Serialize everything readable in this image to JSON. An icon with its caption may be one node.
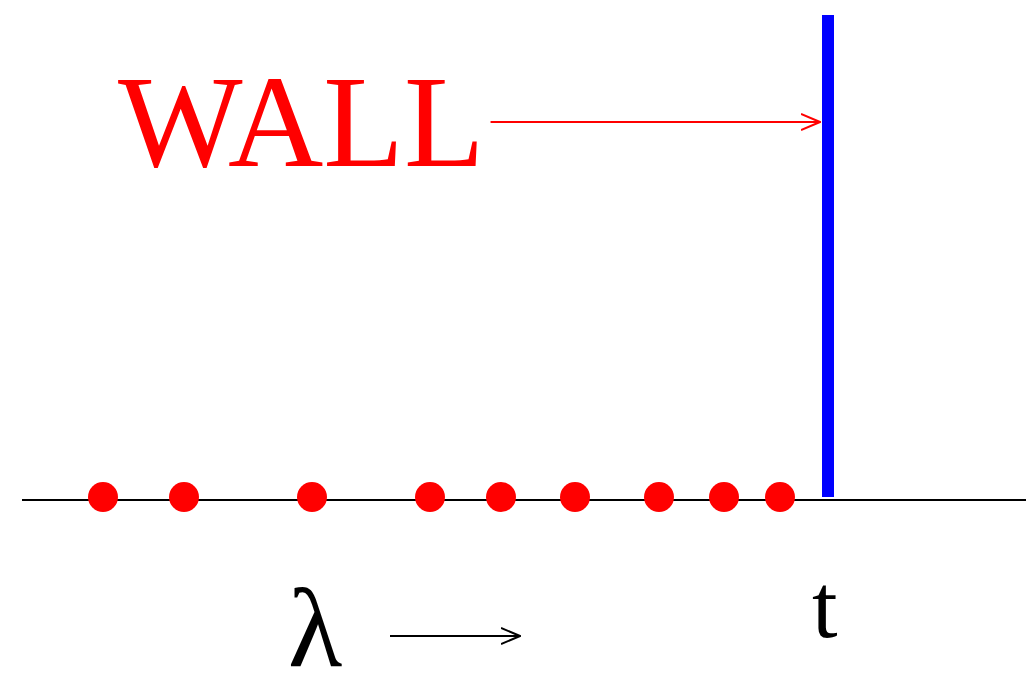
{
  "diagram": {
    "nodes": [
      {
        "text": [
          "WALL"
        ]
      },
      {
        "text": [],
        "shape": "bar"
      }
    ],
    "edges": [
      {
        "from": 0,
        "to": 1,
        "arrow": "to"
      }
    ],
    "labels": [
      "t",
      "λ"
    ]
  }
}
